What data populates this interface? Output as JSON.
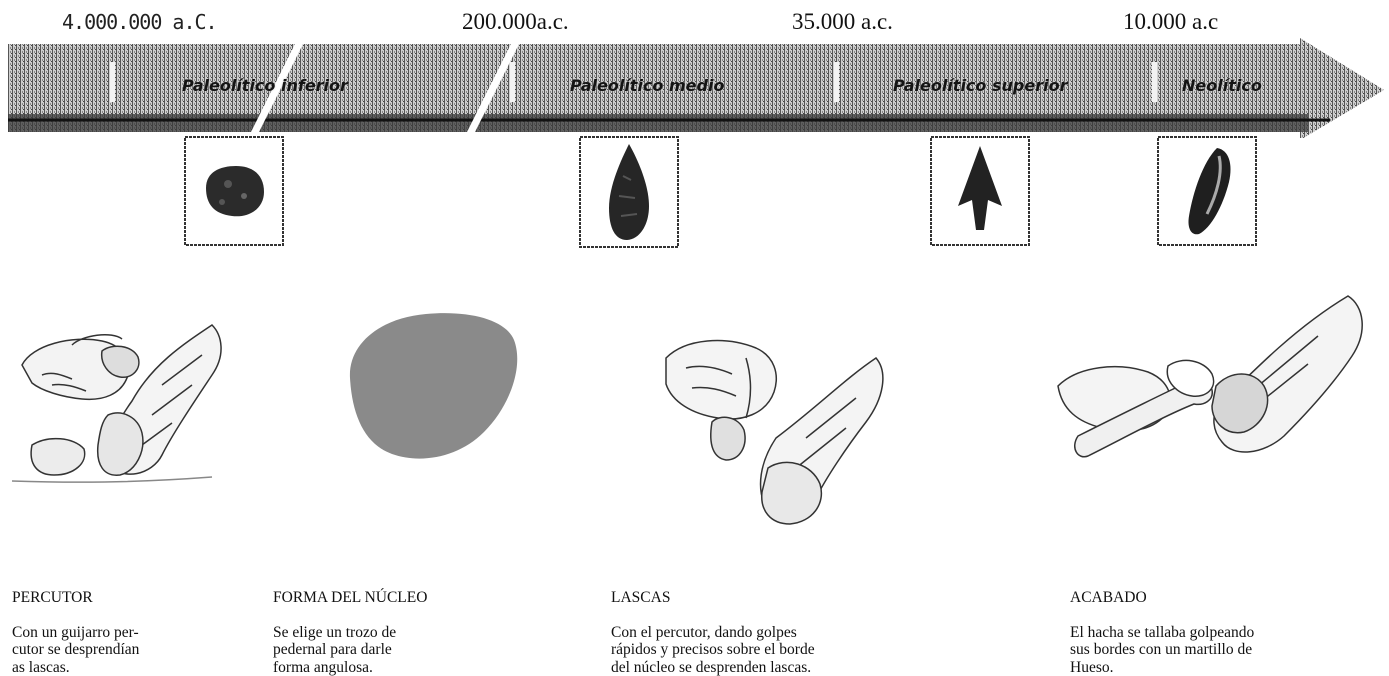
{
  "timeline": {
    "dates": [
      "4.000.000 a.C.",
      "200.000a.c.",
      "35.000 a.c.",
      "10.000 a.c"
    ],
    "periods": [
      "Paleolítico inferior",
      "Paleolítico medio",
      "Paleolítico superior",
      "Neolítico"
    ]
  },
  "steps": [
    {
      "title": "PERCUTOR",
      "text": "Con un guijarro per-\ncutor se desprendían\nas lascas."
    },
    {
      "title": "FORMA DEL NÚCLEO",
      "text": "Se elige un trozo de\npedernal para darle\nforma angulosa."
    },
    {
      "title": "LASCAS",
      "text": "Con el percutor, dando golpes\n rápidos y precisos sobre el borde\ndel núcleo se desprenden lascas."
    },
    {
      "title": "ACABADO",
      "text": "El hacha se tallaba golpeando\nsus bordes con un martillo de\n Hueso."
    }
  ],
  "icons": [
    "stone-tool",
    "hand",
    "hammerstone"
  ]
}
